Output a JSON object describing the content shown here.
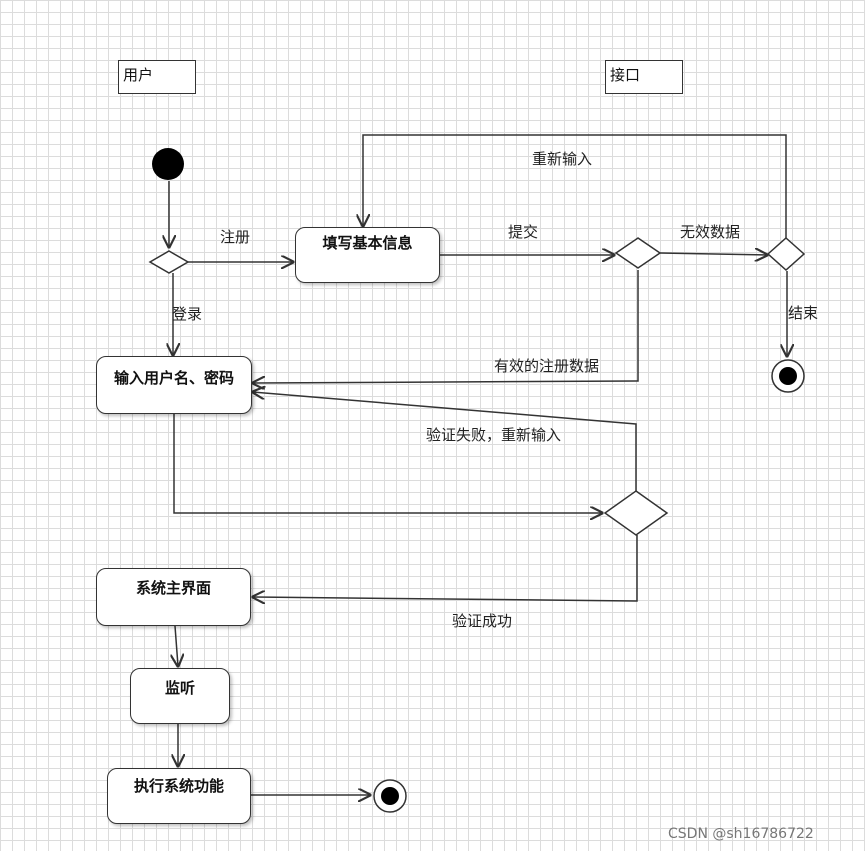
{
  "lanes": {
    "user": "用户",
    "interface": "接口"
  },
  "nodes": {
    "fill_basic_info": "填写基本信息",
    "enter_credentials": "输入用户名、密码",
    "main_interface": "系统主界面",
    "listen": "监听",
    "execute_functions": "执行系统功能"
  },
  "edge_labels": {
    "register": "注册",
    "login": "登录",
    "submit": "提交",
    "invalid_data": "无效数据",
    "reenter": "重新输入",
    "end": "结束",
    "valid_registration": "有效的注册数据",
    "verify_failed": "验证失败，重新输入",
    "verify_success": "验证成功"
  },
  "watermark": "CSDN @sh16786722"
}
